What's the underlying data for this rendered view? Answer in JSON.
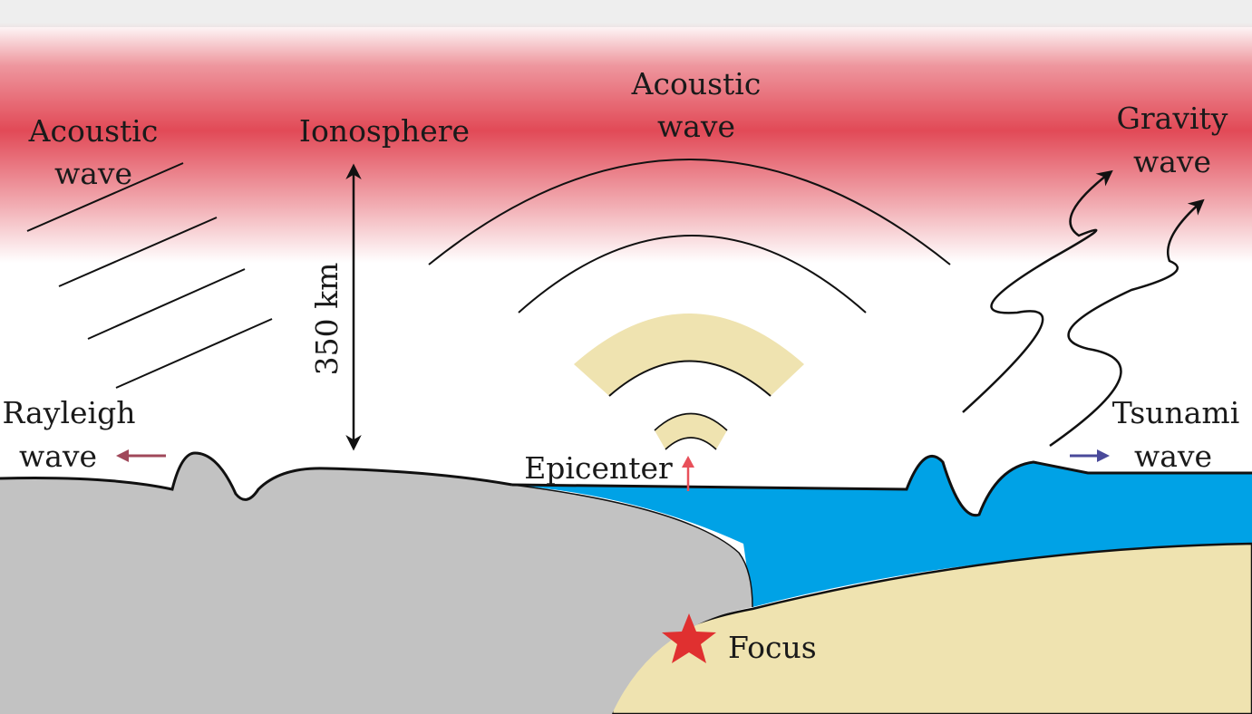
{
  "labels": {
    "acoustic_left_1": "Acoustic",
    "acoustic_left_2": "wave",
    "ionosphere": "Ionosphere",
    "acoustic_top_1": "Acoustic",
    "acoustic_top_2": "wave",
    "gravity_1": "Gravity",
    "gravity_2": "wave",
    "height": "350 km",
    "rayleigh_1": "Rayleigh",
    "rayleigh_2": "wave",
    "tsunami_1": "Tsunami",
    "tsunami_2": "wave",
    "epicenter": "Epicenter",
    "focus": "Focus"
  },
  "colors": {
    "ionosphere": "#e0404e",
    "land": "#c2c2c2",
    "ocean": "#00a2e6",
    "crust": "#efe3b0",
    "acoustic_fill": "#efe3b0",
    "rayleigh_arrow": "#a0485a",
    "tsunami_arrow": "#4a4a9a",
    "epicenter_arrow": "#e8505a",
    "focus_star": "#e03030"
  }
}
